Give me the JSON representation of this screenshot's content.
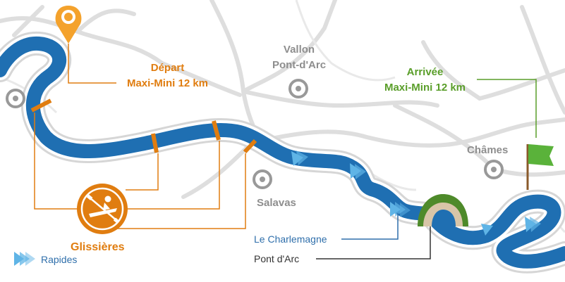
{
  "places": {
    "vallon_line1": "Vallon",
    "vallon_line2": "Pont-d'Arc",
    "salavas": "Salavas",
    "chames": "Châmes"
  },
  "start": {
    "line1": "Départ",
    "line2": "Maxi-Mini 12 km"
  },
  "finish": {
    "line1": "Arrivée",
    "line2": "Maxi-Mini 12 km"
  },
  "landmarks": {
    "charlemagne": "Le Charlemagne",
    "pont_arc": "Pont d'Arc"
  },
  "legend": {
    "glissieres": "Glissières",
    "rapides": "Rapides"
  },
  "colors": {
    "river": "#1f6fb2",
    "river_outline": "#d8d8d8",
    "roads": "#dcdcdc",
    "orange": "#e07d10",
    "green": "#5a9e2a",
    "rapid": "#5fb4e6"
  },
  "icons": [
    "map-pin-icon",
    "finish-flag-icon",
    "kayak-icon",
    "town-marker-icon",
    "rapids-icon",
    "arch-icon"
  ]
}
